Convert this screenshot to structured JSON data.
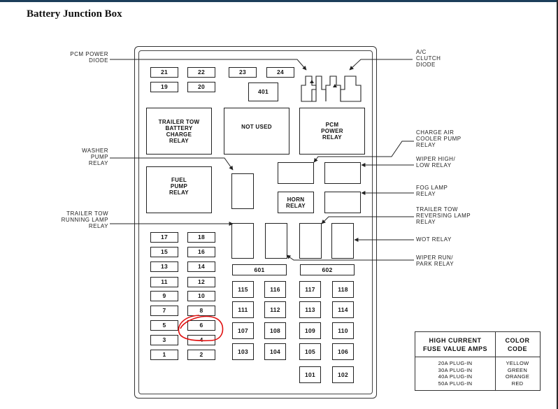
{
  "title": "Battery Junction Box",
  "fuses": {
    "f21": "21",
    "f22": "22",
    "f23": "23",
    "f24": "24",
    "f19": "19",
    "f20": "20",
    "f401": "401",
    "f17": "17",
    "f18": "18",
    "f15": "15",
    "f16": "16",
    "f13": "13",
    "f14": "14",
    "f11": "11",
    "f12": "12",
    "f9": "9",
    "f10": "10",
    "f7": "7",
    "f8": "8",
    "f5": "5",
    "f6": "6",
    "f3": "3",
    "f4": "4",
    "f1": "1",
    "f2": "2",
    "f601": "601",
    "f602": "602",
    "f115": "115",
    "f116": "116",
    "f117": "117",
    "f118": "118",
    "f111": "111",
    "f112": "112",
    "f113": "113",
    "f114": "114",
    "f107": "107",
    "f108": "108",
    "f109": "109",
    "f110": "110",
    "f103": "103",
    "f104": "104",
    "f105": "105",
    "f106": "106",
    "f101": "101",
    "f102": "102"
  },
  "relays": {
    "trailer_tow_battery": "TRAILER TOW\nBATTERY\nCHARGE\nRELAY",
    "not_used": "NOT USED",
    "pcm_power": "PCM\nPOWER\nRELAY",
    "fuel_pump": "FUEL\nPUMP\nRELAY",
    "horn": "HORN\nRELAY"
  },
  "callouts": {
    "pcm_power_diode": "PCM POWER\nDIODE",
    "washer_pump_relay": "WASHER\nPUMP\nRELAY",
    "trailer_tow_running_lamp": "TRAILER TOW\nRUNNING LAMP\nRELAY",
    "ac_clutch_diode": "A/C\nCLUTCH\nDIODE",
    "charge_air_cooler": "CHARGE AIR\nCOOLER PUMP\nRELAY",
    "wiper_high_low": "WIPER HIGH/\nLOW RELAY",
    "fog_lamp": "FOG LAMP\nRELAY",
    "trailer_tow_reversing": "TRAILER TOW\nREVERSING LAMP\nRELAY",
    "wot_relay": "WOT RELAY",
    "wiper_run_park": "WIPER RUN/\nPARK RELAY"
  },
  "legend": {
    "header_amps": "HIGH CURRENT\nFUSE VALUE AMPS",
    "header_color": "COLOR\nCODE",
    "amps": [
      "20A PLUG-IN",
      "30A PLUG-IN",
      "40A PLUG-IN",
      "50A PLUG-IN"
    ],
    "colors": [
      "YELLOW",
      "GREEN",
      "ORANGE",
      "RED"
    ]
  },
  "annotation_color": "#e01010"
}
